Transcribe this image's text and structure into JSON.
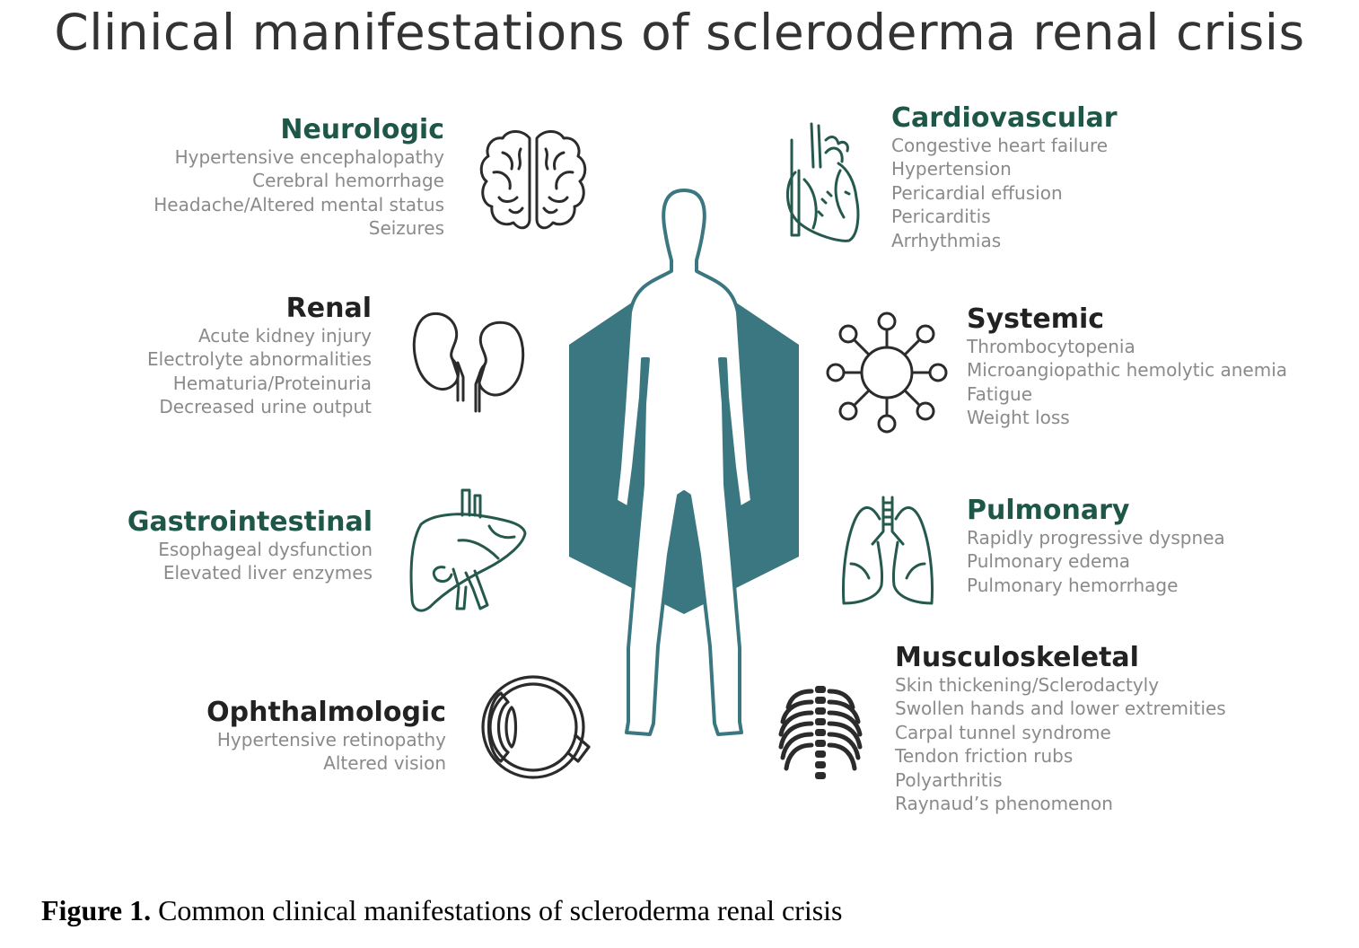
{
  "title": "Clinical manifestations of scleroderma renal crisis",
  "colors": {
    "teal_heading": "#1e5648",
    "dark_heading": "#222222",
    "item_text": "#8a8a8a",
    "hexagon_fill": "#3a7780",
    "body_outline": "#3a7780",
    "icon_stroke": "#2b2b2b",
    "icon_teal": "#25594d"
  },
  "categories": {
    "neurologic": {
      "title": "Neurologic",
      "title_color": "#1e5648",
      "icon": "brain-icon",
      "items": [
        "Hypertensive encephalopathy",
        "Cerebral hemorrhage",
        "Headache/Altered mental status",
        "Seizures"
      ]
    },
    "renal": {
      "title": "Renal",
      "title_color": "#222222",
      "icon": "kidneys-icon",
      "items": [
        "Acute kidney injury",
        "Electrolyte abnormalities",
        "Hematuria/Proteinuria",
        "Decreased urine output"
      ]
    },
    "gastrointestinal": {
      "title": "Gastrointestinal",
      "title_color": "#1e5648",
      "icon": "liver-icon",
      "items": [
        "Esophageal dysfunction",
        "Elevated liver enzymes"
      ]
    },
    "ophthalmologic": {
      "title": "Ophthalmologic",
      "title_color": "#222222",
      "icon": "eye-icon",
      "items": [
        "Hypertensive retinopathy",
        "Altered vision"
      ]
    },
    "cardiovascular": {
      "title": "Cardiovascular",
      "title_color": "#1e5648",
      "icon": "heart-icon",
      "items": [
        "Congestive heart failure",
        "Hypertension",
        "Pericardial effusion",
        "Pericarditis",
        "Arrhythmias"
      ]
    },
    "systemic": {
      "title": "Systemic",
      "title_color": "#222222",
      "icon": "cell-icon",
      "items": [
        "Thrombocytopenia",
        "Microangiopathic hemolytic anemia",
        "Fatigue",
        "Weight loss"
      ]
    },
    "pulmonary": {
      "title": "Pulmonary",
      "title_color": "#1e5648",
      "icon": "lungs-icon",
      "items": [
        "Rapidly progressive dyspnea",
        "Pulmonary edema",
        "Pulmonary hemorrhage"
      ]
    },
    "musculoskeletal": {
      "title": "Musculoskeletal",
      "title_color": "#222222",
      "icon": "ribcage-icon",
      "items": [
        "Skin thickening/Sclerodactyly",
        "Swollen hands and lower extremities",
        "Carpal tunnel syndrome",
        "Tendon friction rubs",
        "Polyarthritis",
        "Raynaud’s phenomenon"
      ]
    }
  },
  "caption": {
    "label": "Figure 1.",
    "text": " Common clinical manifestations of scleroderma renal crisis"
  }
}
